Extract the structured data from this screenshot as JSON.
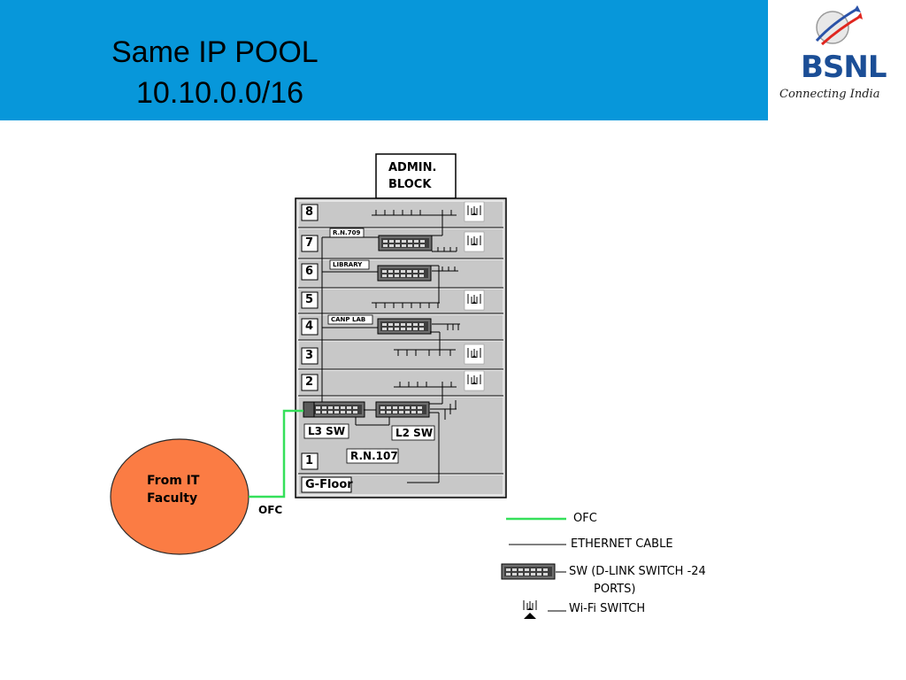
{
  "header": {
    "title_line1": "Same IP POOL",
    "title_line2": "10.10.0.0/16",
    "bg_color": "#0797da"
  },
  "logo": {
    "wordmark": "BSNL",
    "tagline": "Connecting India",
    "icon": "bsnl-logo-icon"
  },
  "building": {
    "admin_block": [
      "ADMIN.",
      "BLOCK"
    ],
    "floors": [
      {
        "number": "8",
        "room": "",
        "has_switch": false,
        "has_wifi": true
      },
      {
        "number": "7",
        "room": "R.N.709",
        "has_switch": true,
        "has_wifi": true
      },
      {
        "number": "6",
        "room": "LIBRARY",
        "has_switch": true,
        "has_wifi": false
      },
      {
        "number": "5",
        "room": "",
        "has_switch": false,
        "has_wifi": true
      },
      {
        "number": "4",
        "room": "CANP LAB",
        "has_switch": true,
        "has_wifi": false
      },
      {
        "number": "3",
        "room": "",
        "has_switch": false,
        "has_wifi": true
      },
      {
        "number": "2",
        "room": "",
        "has_switch": false,
        "has_wifi": true
      },
      {
        "number": "1",
        "room": "R.N.107",
        "has_switch": true,
        "has_wifi": false
      }
    ],
    "ground_floor": "G-Floor",
    "l3_switch_label": "L3 SW",
    "l2_switch_label": "L2 SW"
  },
  "source": {
    "label_line1": "From IT",
    "label_line2": "Faculty",
    "link_label": "OFC",
    "color": "#fb7c44"
  },
  "legend": {
    "ofc": "OFC",
    "ethernet": "ETHERNET CABLE",
    "sw_line1": "SW (D-LINK SWITCH -24",
    "sw_line2": "PORTS)",
    "wifi": "Wi-Fi SWITCH"
  },
  "colors": {
    "ofc_line": "#35e05a",
    "building_fill": "#c8c8c8",
    "switch_fill": "#6f6f6f"
  }
}
